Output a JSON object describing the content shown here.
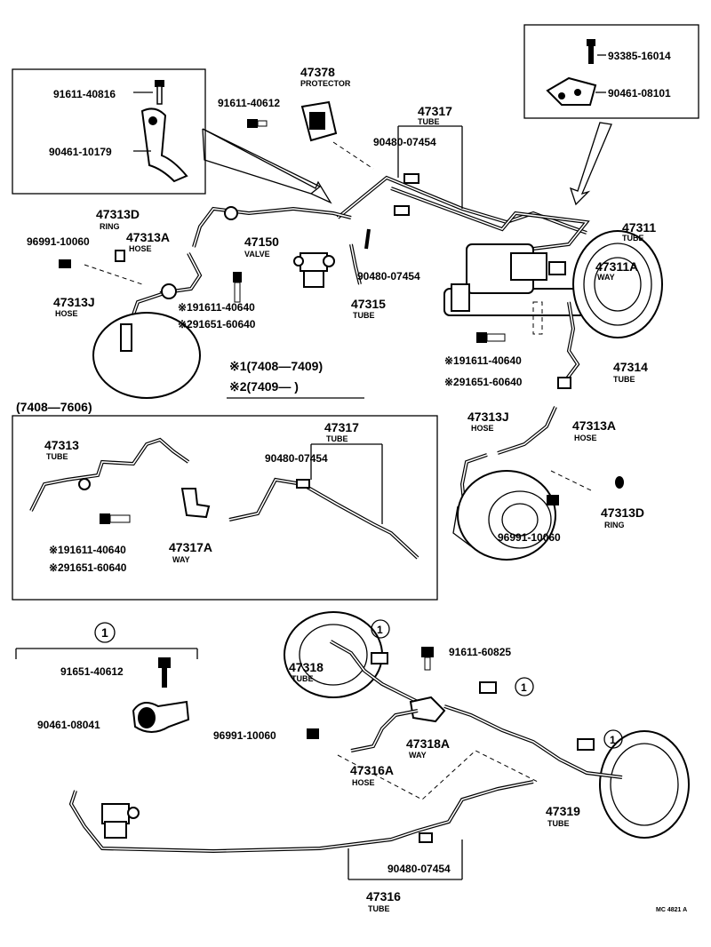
{
  "variant_legend": {
    "v1": "※1(7408—7409)",
    "v2": "※2(7409—        )"
  },
  "inset_range_label": "(7408—7606)",
  "circle_marker": "1",
  "footer_code": "MC 4821 A",
  "labels": {
    "p91611_40816": "91611-40816",
    "p90461_10179": "90461-10179",
    "p91611_40612": "91611-40612",
    "p47378": "47378",
    "p47378_sub": "PROTECTOR",
    "p47317_top": "47317",
    "p47317_top_sub": "TUBE",
    "p90480_a": "90480-07454",
    "p93385": "93385-16014",
    "p90461_08101": "90461-08101",
    "p47313D_top": "47313D",
    "p47313D_top_sub": "RING",
    "p47313A_top": "47313A",
    "p47313A_top_sub": "HOSE",
    "p96991_top": "96991-10060",
    "p47150": "47150",
    "p47150_sub": "VALVE",
    "p47311": "47311",
    "p47311_sub": "TUBE",
    "p47311A": "47311A",
    "p47311A_sub": "WAY",
    "p47313J_top": "47313J",
    "p47313J_top_sub": "HOSE",
    "p191611_a": "※191611-40640",
    "p291651_a": "※291651-60640",
    "p90480_b": "90480-07454",
    "p47315": "47315",
    "p47315_sub": "TUBE",
    "p191611_b": "※191611-40640",
    "p291651_b": "※291651-60640",
    "p47314": "47314",
    "p47314_sub": "TUBE",
    "p47313J_r": "47313J",
    "p47313J_r_sub": "HOSE",
    "p47313A_r": "47313A",
    "p47313A_r_sub": "HOSE",
    "p47313D_r": "47313D",
    "p47313D_r_sub": "RING",
    "p96991_r": "96991-10060",
    "p47313_in": "47313",
    "p47313_in_sub": "TUBE",
    "p47317_in": "47317",
    "p47317_in_sub": "TUBE",
    "p90480_in": "90480-07454",
    "p191611_in": "※191611-40640",
    "p291651_in": "※291651-60640",
    "p47317A": "47317A",
    "p47317A_sub": "WAY",
    "p91651_40612": "91651-40612",
    "p90461_08041": "90461-08041",
    "p47318": "47318",
    "p47318_sub": "TUBE",
    "p91611_60825": "91611-60825",
    "p96991_bot": "96991-10060",
    "p47318A": "47318A",
    "p47318A_sub": "WAY",
    "p47316A": "47316A",
    "p47316A_sub": "HOSE",
    "p47319": "47319",
    "p47319_sub": "TUBE",
    "p90480_bot": "90480-07454",
    "p47316": "47316",
    "p47316_sub": "TUBE"
  }
}
